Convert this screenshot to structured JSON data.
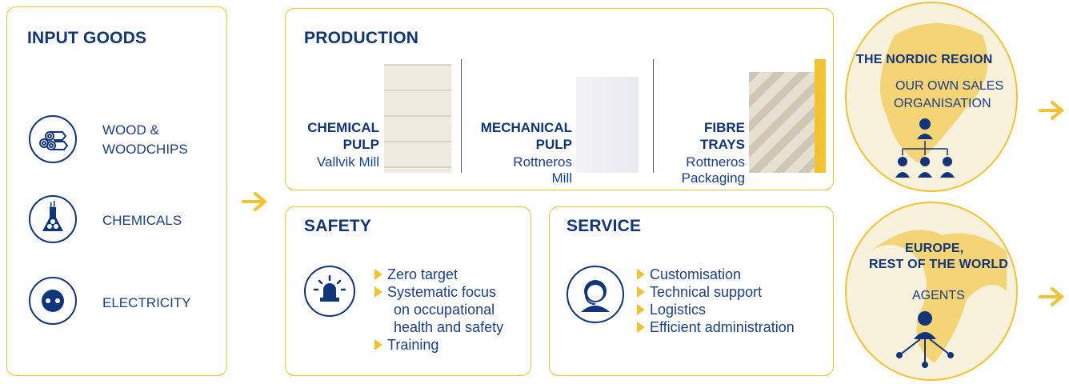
{
  "input": {
    "title": "INPUT GOODS",
    "items": [
      {
        "label_line1": "WOOD &",
        "label_line2": "WOODCHIPS",
        "icon": "wood-logs-icon"
      },
      {
        "label_line1": "CHEMICALS",
        "label_line2": "",
        "icon": "chemical-flask-icon"
      },
      {
        "label_line1": "ELECTRICITY",
        "label_line2": "",
        "icon": "power-socket-icon"
      }
    ]
  },
  "production": {
    "title": "PRODUCTION",
    "items": [
      {
        "type_line1": "CHEMICAL",
        "type_line2": "PULP",
        "mill_line1": "Vallvik Mill",
        "mill_line2": ""
      },
      {
        "type_line1": "MECHANICAL",
        "type_line2": "PULP",
        "mill_line1": "Rottneros",
        "mill_line2": "Mill"
      },
      {
        "type_line1": "FIBRE",
        "type_line2": "TRAYS",
        "mill_line1": "Rottneros",
        "mill_line2": "Packaging"
      }
    ]
  },
  "safety": {
    "title": "SAFETY",
    "bullets": [
      "Zero target",
      "Systematic focus",
      "on occupational",
      "health and safety",
      "Training"
    ]
  },
  "service": {
    "title": "SERVICE",
    "bullets": [
      "Customisation",
      "Technical support",
      "Logistics",
      "Efficient administration"
    ]
  },
  "nordic": {
    "title": "THE NORDIC REGION",
    "sub_line1": "OUR OWN SALES",
    "sub_line2": "ORGANISATION"
  },
  "europe": {
    "title_line1": "EUROPE,",
    "title_line2": "REST OF THE WORLD",
    "sub": "AGENTS"
  },
  "colors": {
    "accent": "#f3c230",
    "navy": "#10357a",
    "circle_fill": "#f8f1dc"
  }
}
